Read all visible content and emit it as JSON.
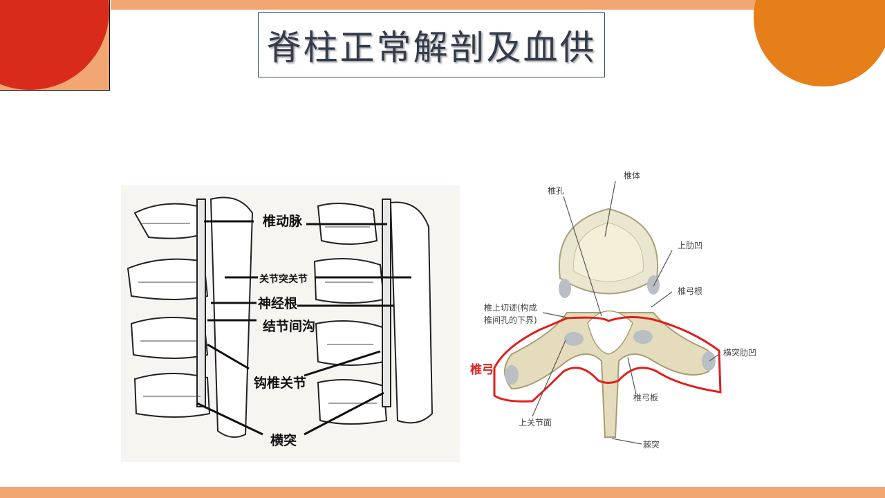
{
  "slide": {
    "title": "脊柱正常解剖及血供"
  },
  "left_figure": {
    "labels": {
      "vertebral_artery": "椎动脉",
      "facet_joint": "关节突关节",
      "nerve_root": "神经根",
      "intersegmental_groove": "结节间沟",
      "uncovertebral_joint": "钩椎关节",
      "transverse_process": "横突"
    }
  },
  "right_figure": {
    "labels": {
      "vertebral_body": "椎体",
      "vertebral_foramen": "椎孔",
      "superior_costal_facet": "上肋凹",
      "pedicle": "椎弓根",
      "superior_notch_1": "椎上切迹(构成",
      "superior_notch_2": "椎间孔的下界)",
      "vertebral_arch": "椎弓",
      "transverse_costal_facet": "横突肋凹",
      "lamina": "椎弓板",
      "superior_articular_facet": "上关节面",
      "spinous_process": "棘突"
    }
  },
  "colors": {
    "accent_bar": "#f2a672",
    "red_circle": "#d92b1c",
    "orange_circle": "#e67e1a",
    "title_border": "#1f4e79",
    "highlight_outline": "#e0201c"
  }
}
